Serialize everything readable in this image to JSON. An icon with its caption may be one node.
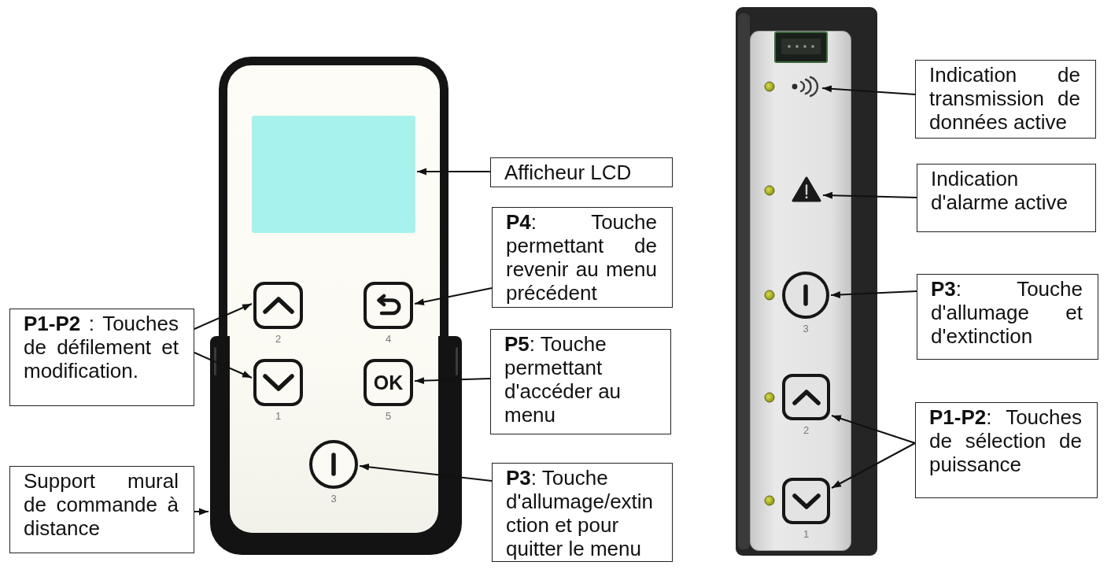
{
  "diagram": {
    "nodes": [
      {
        "text": [
          "**P1-P2** : Touches de défilement et modification."
        ]
      },
      {
        "text": [
          "Support mural de commande à distance"
        ]
      },
      {
        "text": [
          "Afficheur LCD"
        ]
      },
      {
        "text": [
          "**P4**: Touche permettant de revenir au menu précédent"
        ]
      },
      {
        "text": [
          "**P5**: Touche permettant d'accéder au menu"
        ]
      },
      {
        "text": [
          "**P3**: Touche d'allumage/extinction et pour quitter le menu"
        ]
      },
      {
        "text": [
          "Indication de transmission de données active"
        ]
      },
      {
        "text": [
          "Indication d'alarme active"
        ]
      },
      {
        "text": [
          "**P3**: Touche d'allumage et d'extinction"
        ]
      },
      {
        "text": [
          "**P1-P2**: Touches de sélection de puissance"
        ]
      },
      {
        "text": [],
        "shape": "box"
      },
      {
        "text": [],
        "shape": "box",
        "beside": [
          "2"
        ]
      },
      {
        "text": [],
        "shape": "box",
        "beside": [
          "4"
        ]
      },
      {
        "text": [],
        "shape": "box",
        "beside": [
          "1"
        ]
      },
      {
        "text": [
          "OK"
        ],
        "beside": [
          "5"
        ]
      },
      {
        "text": [],
        "shape": "circle",
        "beside": [
          "3"
        ]
      },
      {
        "text": [],
        "shape": "picture"
      },
      {
        "text": [],
        "shape": "picture"
      },
      {
        "text": [],
        "shape": "triangle"
      },
      {
        "text": [],
        "shape": "circle",
        "beside": [
          "3"
        ]
      },
      {
        "text": [],
        "shape": "box",
        "beside": [
          "2"
        ]
      },
      {
        "text": [],
        "shape": "box",
        "beside": [
          "1"
        ]
      }
    ],
    "edges": [
      {
        "from": 0,
        "to": 11,
        "arrow": "to"
      },
      {
        "from": 0,
        "to": 13,
        "arrow": "to"
      },
      {
        "from": 1,
        "to": 16,
        "arrow": "to"
      },
      {
        "from": 2,
        "to": 10,
        "arrow": "to"
      },
      {
        "from": 3,
        "to": 12,
        "arrow": "to"
      },
      {
        "from": 4,
        "to": 14,
        "arrow": "to"
      },
      {
        "from": 5,
        "to": 15,
        "arrow": "to"
      },
      {
        "from": 6,
        "to": 17,
        "arrow": "to"
      },
      {
        "from": 7,
        "to": 18,
        "arrow": "to"
      },
      {
        "from": 8,
        "to": 19,
        "arrow": "to"
      },
      {
        "from": 9,
        "to": 20,
        "arrow": "to"
      },
      {
        "from": 9,
        "to": 21,
        "arrow": "to"
      }
    ]
  }
}
